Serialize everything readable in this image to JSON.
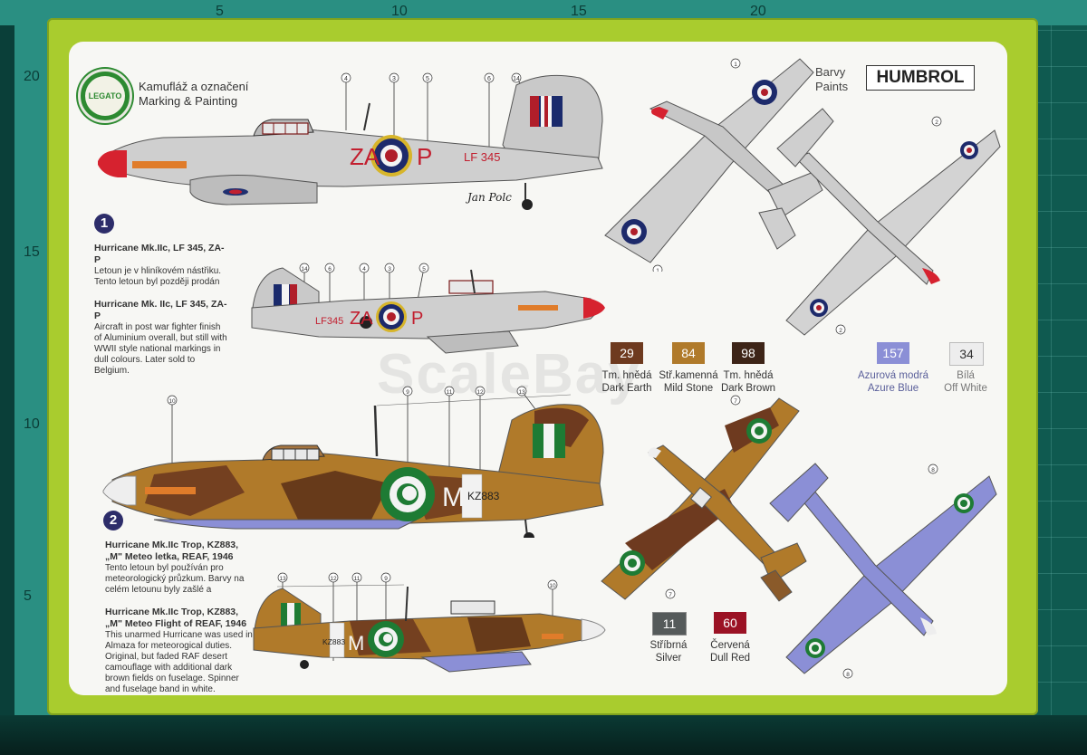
{
  "mat": {
    "ruler_top": [
      "5",
      "10",
      "15",
      "20"
    ],
    "ruler_side": [
      "20",
      "15",
      "10",
      "5"
    ]
  },
  "header": {
    "title_cz": "Kamufláž a označení",
    "title_en": "Marking & Painting"
  },
  "brand": {
    "logo_text": "LEGATO"
  },
  "paints": {
    "label_cz": "Barvy",
    "label_en": "Paints",
    "brand": "HUMBROL"
  },
  "signature": "Jan Polc",
  "watermark": "ScaleBay",
  "scheme1": {
    "number": "1",
    "title": "Hurricane Mk.IIc, LF 345, ZA-P",
    "cz_text": "Letoun je v hliníkovém nástřiku. Tento letoun byl později prodán",
    "en_title": "Hurricane Mk. IIc, LF 345, ZA-P",
    "en_text": "Aircraft in post war fighter finish of Aluminium overall, but still with WWII style national markings in dull colours. Later sold to Belgium.",
    "codes": "ZA",
    "code_letter": "P",
    "serial": "LF 345",
    "serial_small": "LF345",
    "callouts": [
      "4",
      "3",
      "5",
      "6",
      "14"
    ],
    "callouts_right": [
      "14",
      "6",
      "4",
      "3",
      "5"
    ],
    "plan_callouts": [
      "1",
      "1",
      "2",
      "2"
    ]
  },
  "scheme2": {
    "number": "2",
    "title": "Hurricane Mk.IIc Trop, KZ883, „M\" Meteo letka, REAF, 1946",
    "cz_text": "Tento letoun byl používán pro meteorologický průzkum. Barvy na celém letounu byly zašlé a",
    "en_title": "Hurricane Mk.IIc Trop, KZ883, „M\" Meteo Flight of REAF, 1946",
    "en_text": "This unarmed Hurricane was used in Almaza for meteorogical duties. Original, but faded RAF desert camouflage with additional dark brown fields on fuselage. Spinner and fuselage band in white.",
    "code_letter": "M",
    "serial": "KZ883",
    "callouts": [
      "10",
      "9",
      "11",
      "12",
      "13"
    ],
    "callouts_right": [
      "13",
      "12",
      "11",
      "9",
      "10"
    ],
    "plan_callouts": [
      "7",
      "7",
      "8",
      "8"
    ]
  },
  "swatches": [
    {
      "code": "29",
      "cz": "Tm. hnědá",
      "en": "Dark Earth",
      "color": "#6e3a1f"
    },
    {
      "code": "84",
      "cz": "Stř.kamenná",
      "en": "Mild Stone",
      "color": "#b07a2a"
    },
    {
      "code": "98",
      "cz": "Tm. hnědá",
      "en": "Dark Brown",
      "color": "#3d2417"
    },
    {
      "code": "157",
      "cz": "Azurová modrá",
      "en": "Azure Blue",
      "color": "#8b8fd6"
    },
    {
      "code": "34",
      "cz": "Bílá",
      "en": "Off White",
      "color": "#ededed"
    },
    {
      "code": "11",
      "cz": "Stříbrná",
      "en": "Silver",
      "color": "#555a5a"
    },
    {
      "code": "60",
      "cz": "Červená",
      "en": "Dull Red",
      "color": "#9b1224"
    }
  ]
}
